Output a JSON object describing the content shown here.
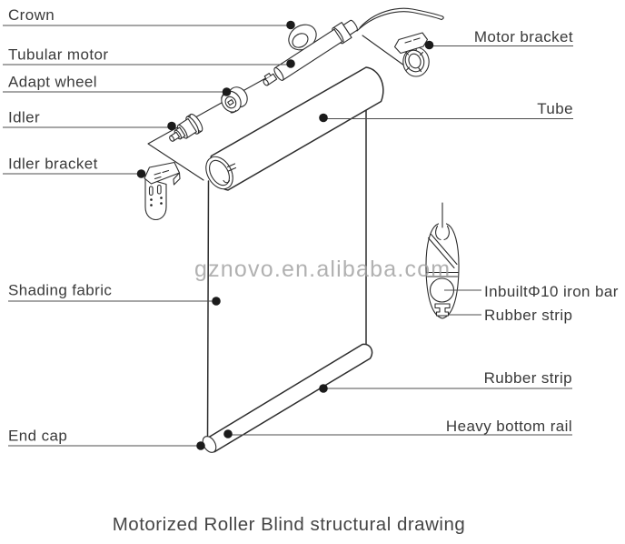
{
  "watermark": {
    "text": "gznovo.en.alibaba.com"
  },
  "title": {
    "text": "Motorized Roller Blind structural drawing"
  },
  "labels": {
    "crown": "Crown",
    "tubular_motor": "Tubular motor",
    "adapt_wheel": "Adapt wheel",
    "idler": "Idler",
    "idler_bracket": "Idler bracket",
    "shading_fabric": "Shading fabric",
    "end_cap": "End cap",
    "motor_bracket": "Motor bracket",
    "tube": "Tube",
    "inbuilt_iron_bar": "InbuiltΦ10 iron bar",
    "rubber_strip_detail": "Rubber strip",
    "rubber_strip_rail": "Rubber strip",
    "heavy_bottom_rail": "Heavy bottom rail"
  },
  "colors": {
    "drawing_line": "#2d2d2d",
    "leader_line": "#4c4c4c",
    "label_text": "#3a3a3a",
    "watermark_gray": "#9e9e9e",
    "background": "#ffffff"
  }
}
